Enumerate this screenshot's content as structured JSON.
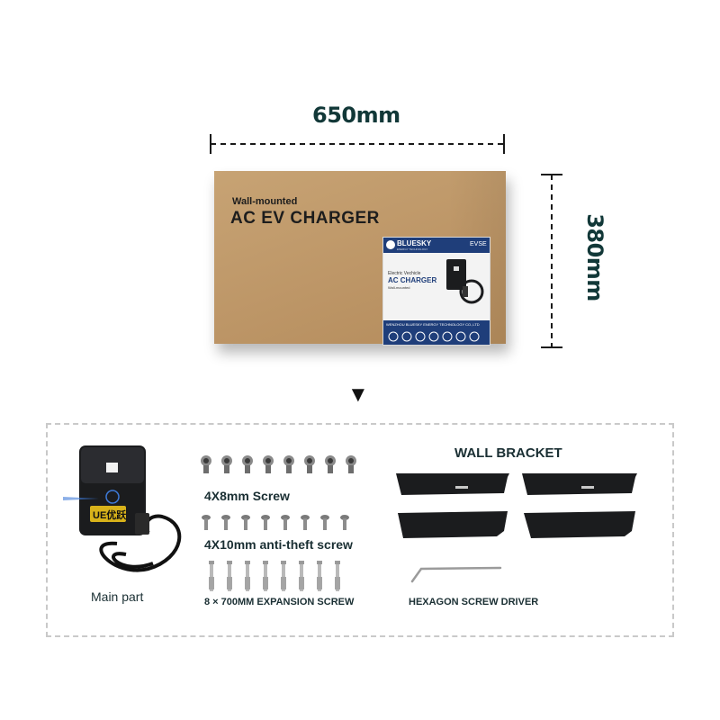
{
  "dimensions": {
    "width_label": "650mm",
    "height_label": "380mm"
  },
  "box": {
    "subtitle": "Wall-mounted",
    "title": "AC EV CHARGER",
    "label": {
      "brand": "BLUESKY",
      "brand_tagline": "ENERGY TECHNOLOGY",
      "tag": "EVSE",
      "product_line1": "Electric Vechicle",
      "product_line2": "AC CHARGER",
      "product_line3": "Wall-mounted",
      "company": "WENZHOU BLUESKY ENERGY TECHNOLOGY CO.,LTD"
    }
  },
  "arrow": "▼",
  "contents": {
    "main_part_label": "Main part",
    "charger_logo": "UE优跃",
    "screw_4x8_label": "4X8mm Screw",
    "screw_4x10_label": "4X10mm anti-theft screw",
    "expansion_label": "8 × 700MM EXPANSION SCREW",
    "bracket_label": "WALL BRACKET",
    "driver_label": "HEXAGON SCREW DRIVER",
    "screw_count": 8
  },
  "colors": {
    "dim_text": "#123838",
    "box_brown": "#bd9667",
    "label_blue": "#1f3e7a",
    "bracket_black": "#1b1c1e"
  }
}
